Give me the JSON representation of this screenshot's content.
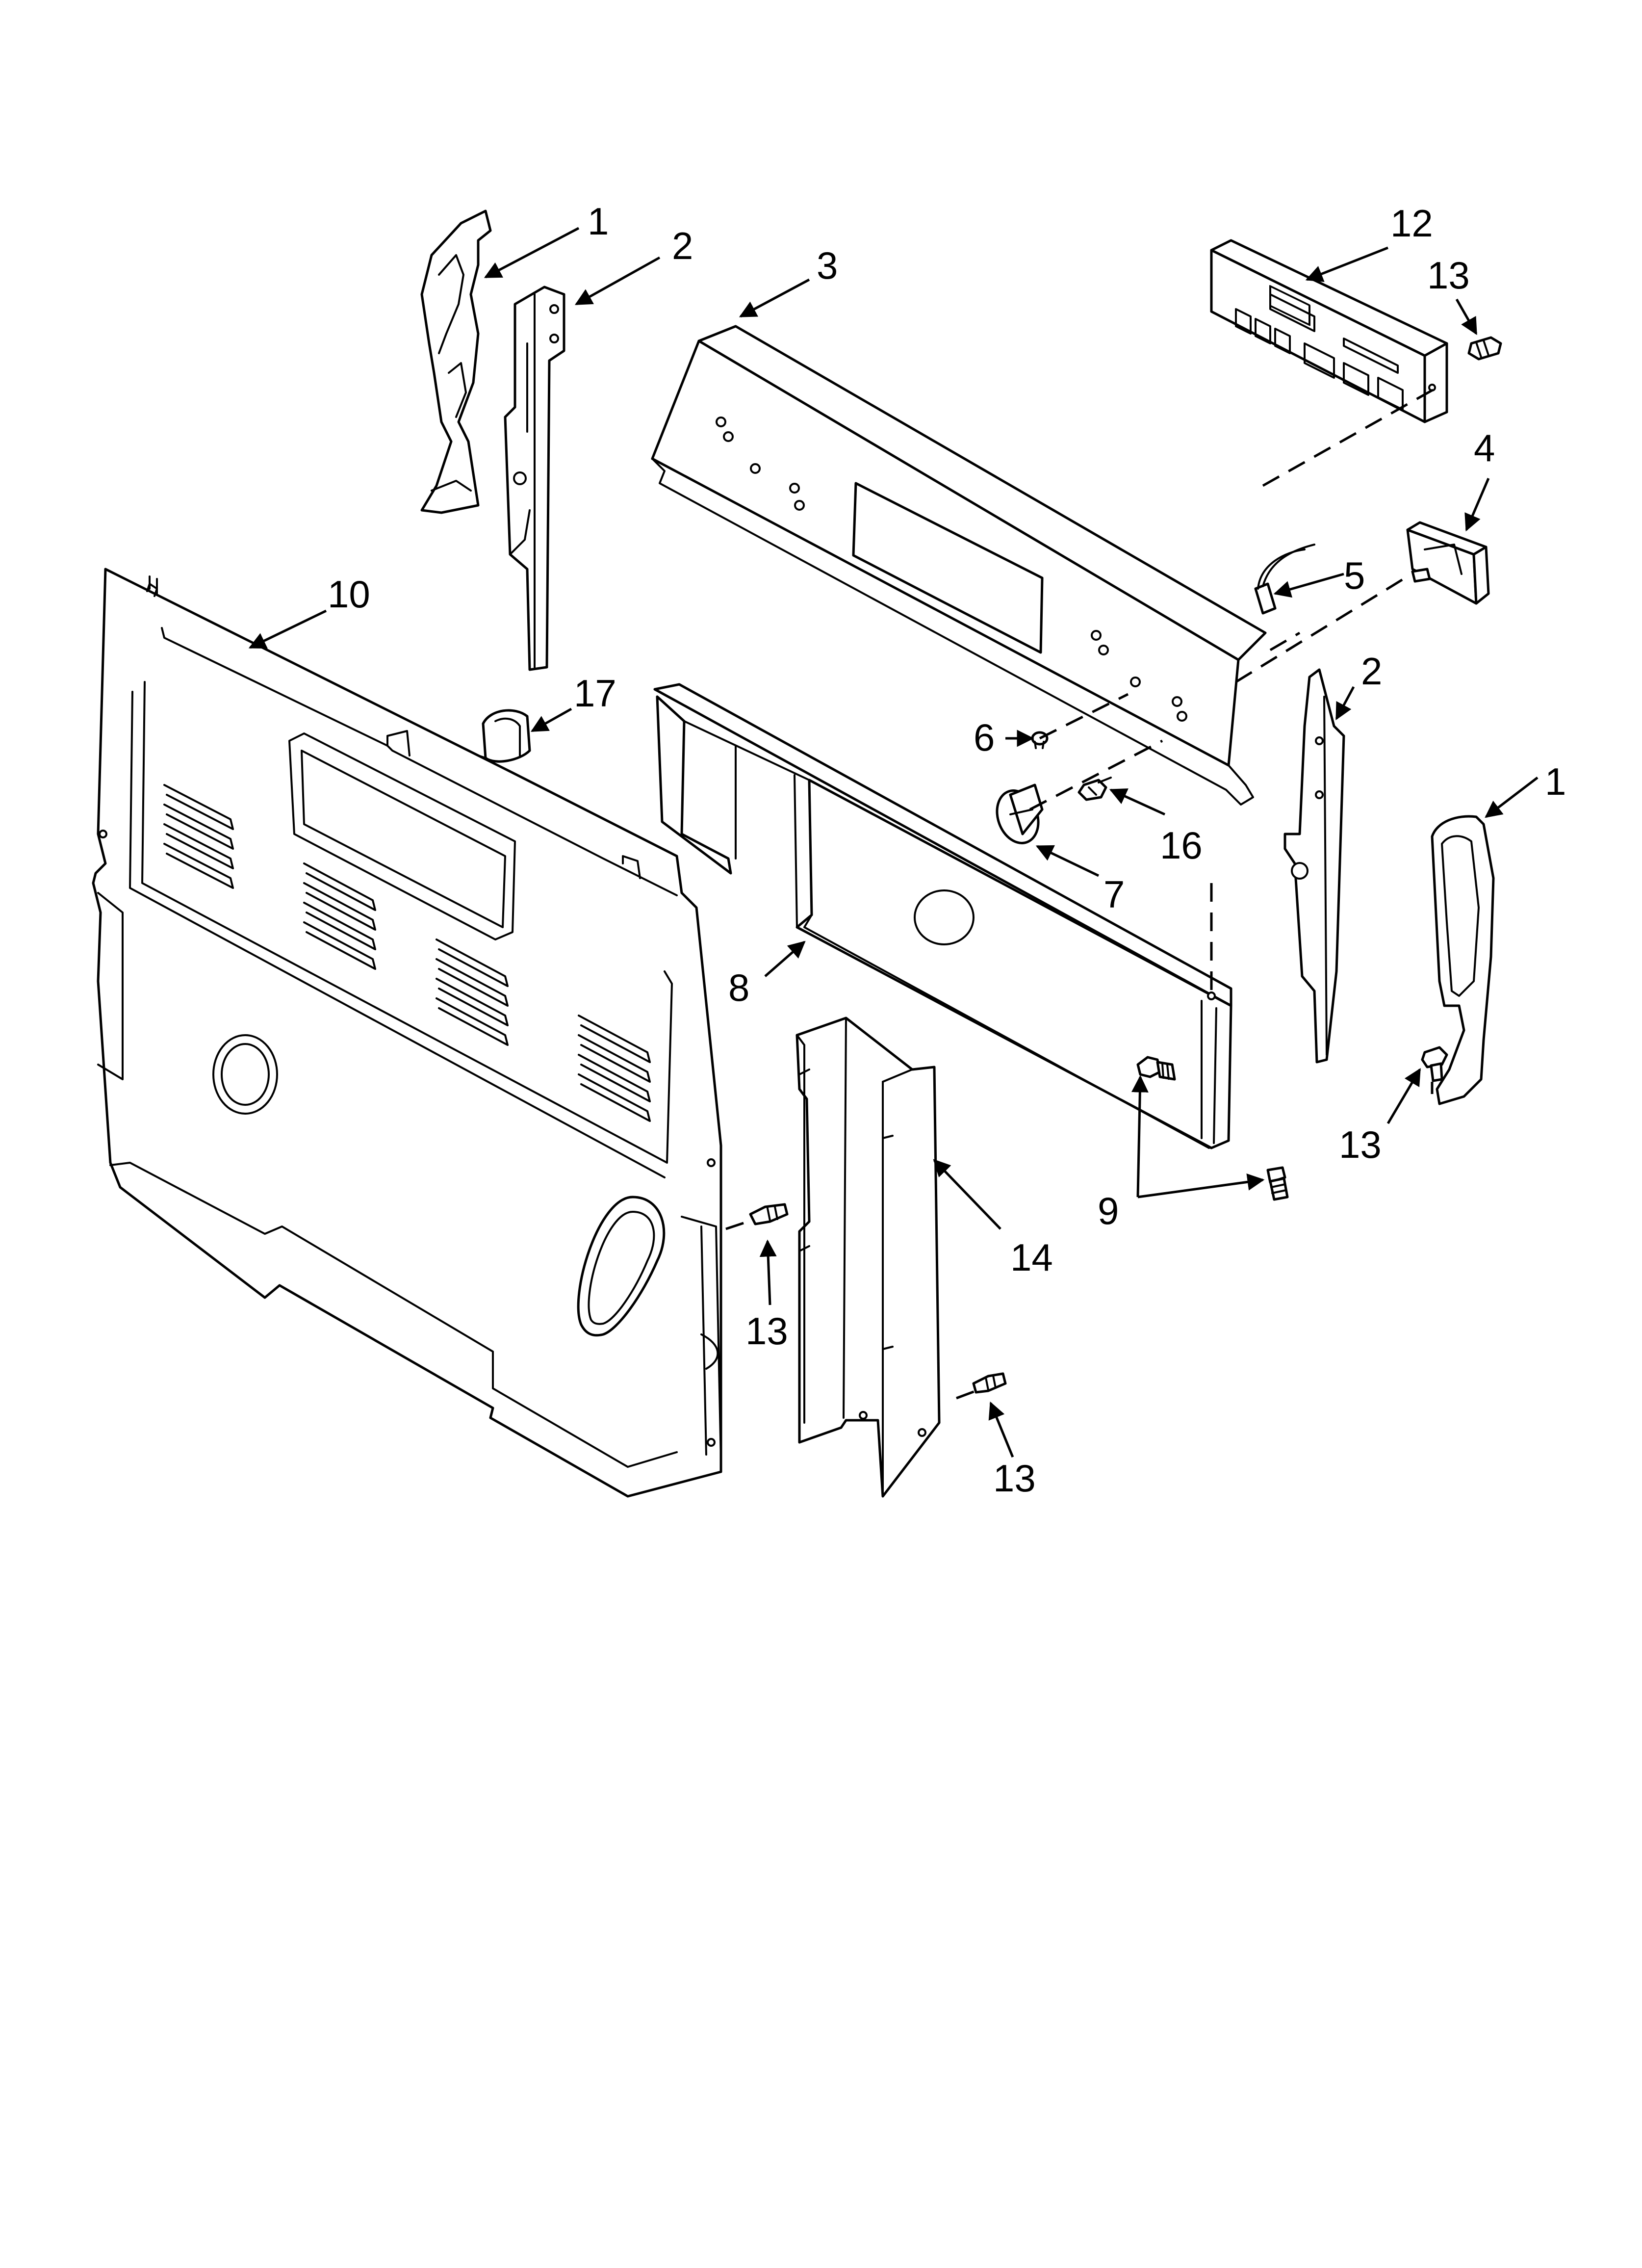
{
  "diagram": {
    "callouts": {
      "c1a": "1",
      "c1b": "1",
      "c2a": "2",
      "c2b": "2",
      "c3": "3",
      "c4": "4",
      "c5": "5",
      "c6": "6",
      "c7": "7",
      "c8": "8",
      "c9": "9",
      "c10": "10",
      "c12": "12",
      "c13a": "13",
      "c13b": "13",
      "c13c": "13",
      "c13d": "13",
      "c14": "14",
      "c16": "16",
      "c17": "17"
    }
  }
}
